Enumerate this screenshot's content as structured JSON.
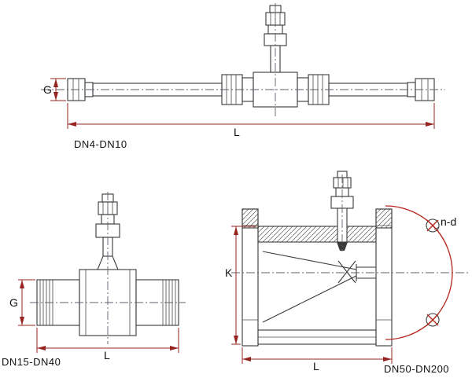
{
  "figure": {
    "type": "technical-drawing",
    "background": "#ffffff",
    "line_color": "#3a3a3a",
    "dimension_color": "#96231f",
    "bolt_circle_color": "#b5271d",
    "centerline_color": "#5f5f6e"
  },
  "diagrams": [
    {
      "id": "dn4-dn10",
      "label": "DN4-DN10",
      "dims": {
        "g": "G",
        "l": "L"
      }
    },
    {
      "id": "dn15-dn40",
      "label": "DN15-DN40",
      "dims": {
        "g": "G",
        "l": "L"
      }
    },
    {
      "id": "dn50-dn200",
      "label": "DN50-DN200",
      "dims": {
        "k": "K",
        "l": "L",
        "bolt_pattern": "n-d"
      }
    }
  ]
}
